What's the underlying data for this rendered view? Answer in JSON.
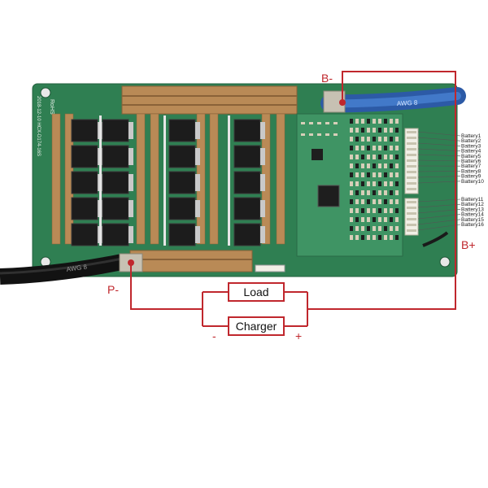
{
  "labels": {
    "b_minus": "B-",
    "b_plus": "B+",
    "p_minus": "P-",
    "load": "Load",
    "charger": "Charger",
    "minus_sign": "-",
    "plus_sign": "+"
  },
  "battery_taps_top": [
    "Battery1",
    "Battery2",
    "Battery3",
    "Battery4",
    "Battery5",
    "Battery6",
    "Battery7",
    "Battery8",
    "Battery9",
    "Battery10"
  ],
  "battery_taps_bottom": [
    "Battery11",
    "Battery12",
    "Battery13",
    "Battery14",
    "Battery15",
    "Battery16"
  ],
  "board_silkscreen": [
    "RoHS",
    "2018-12-10 HCX-D174-16S"
  ],
  "cable_print": {
    "blue": "AWG 8",
    "black": "AWG 8"
  },
  "colors": {
    "wire": "#c0272d",
    "board": "#2f7f52",
    "board_light": "#3f9464",
    "copper": "#b98a56",
    "mosfet": "#1c1c1c",
    "blue_cable": "#3a6fc2",
    "black_cable": "#1a1a1a"
  }
}
